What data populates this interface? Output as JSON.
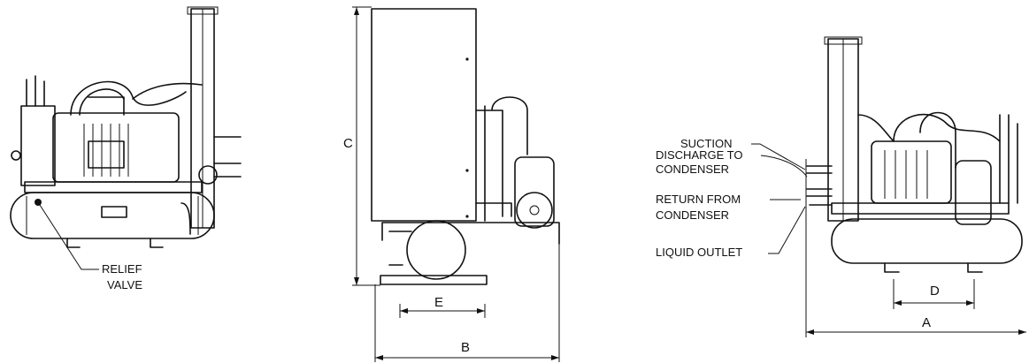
{
  "view_left": {
    "callout": {
      "line1": "RELIEF",
      "line2": "VALVE"
    }
  },
  "view_middle": {
    "dimensions": {
      "height": "C",
      "depth": "B",
      "leg_spacing": "E"
    }
  },
  "view_right": {
    "connections": {
      "suction": "SUCTION",
      "discharge_line1": "DISCHARGE TO",
      "discharge_line2": "CONDENSER",
      "return_line1": "RETURN FROM",
      "return_line2": "CONDENSER",
      "liquid_outlet": "LIQUID OUTLET"
    },
    "dimensions": {
      "width": "A",
      "leg_spacing": "D"
    }
  }
}
